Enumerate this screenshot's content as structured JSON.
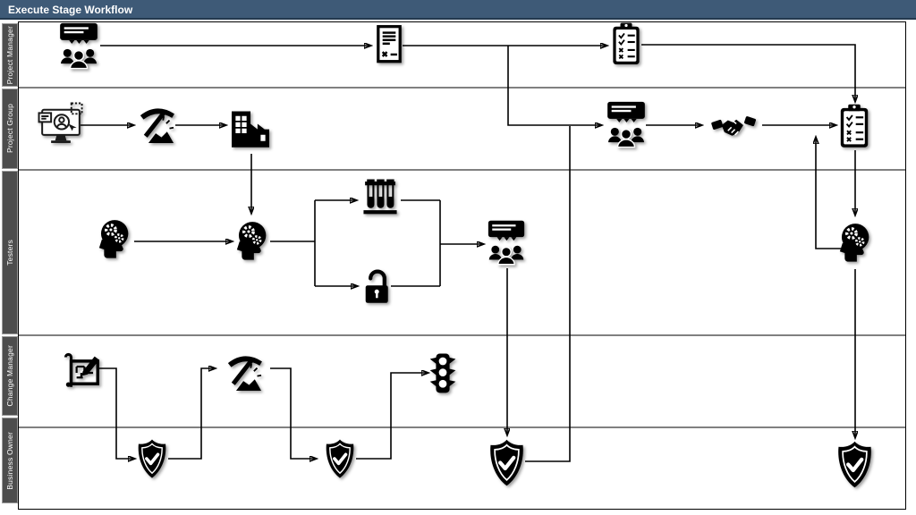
{
  "title": "Execute Stage Workflow",
  "colors": {
    "title_bar": "#3E5A77",
    "title_text": "#FFFFFF",
    "lane_tab_bg": "#4D4D4D",
    "lane_tab_text": "#FFFFFF",
    "lane_divider": "#808080",
    "diagram_border": "#000000",
    "icon": "#000000",
    "background": "#FFFFFF"
  },
  "lanes": [
    {
      "id": "project-manager",
      "label": "Project Manager"
    },
    {
      "id": "project-group",
      "label": "Project Group"
    },
    {
      "id": "testers",
      "label": "Testers"
    },
    {
      "id": "change-manager",
      "label": "Change Manager"
    },
    {
      "id": "business-owner",
      "label": "Business Owner"
    }
  ],
  "nodes": [
    {
      "id": "pm-kickoff-meeting",
      "lane": "Project Manager",
      "icon": "team-presentation-icon"
    },
    {
      "id": "pm-document",
      "lane": "Project Manager",
      "icon": "document-report-icon"
    },
    {
      "id": "pm-checklist",
      "lane": "Project Manager",
      "icon": "checklist-clipboard-icon"
    },
    {
      "id": "pg-user-selection",
      "lane": "Project Group",
      "icon": "computer-user-select-icon"
    },
    {
      "id": "pg-mining",
      "lane": "Project Group",
      "icon": "pickaxe-mining-icon"
    },
    {
      "id": "pg-factory",
      "lane": "Project Group",
      "icon": "factory-icon"
    },
    {
      "id": "pg-review-meeting",
      "lane": "Project Group",
      "icon": "team-presentation-icon"
    },
    {
      "id": "pg-agreement",
      "lane": "Project Group",
      "icon": "handshake-icon"
    },
    {
      "id": "pg-checklist",
      "lane": "Project Group",
      "icon": "checklist-clipboard-icon"
    },
    {
      "id": "testers-think-1",
      "lane": "Testers",
      "icon": "head-gears-icon"
    },
    {
      "id": "testers-think-2",
      "lane": "Testers",
      "icon": "head-gears-icon"
    },
    {
      "id": "testers-lab-tests",
      "lane": "Testers",
      "icon": "test-tubes-icon"
    },
    {
      "id": "testers-security-test",
      "lane": "Testers",
      "icon": "open-padlock-icon"
    },
    {
      "id": "testers-results-meeting",
      "lane": "Testers",
      "icon": "team-presentation-icon"
    },
    {
      "id": "testers-analysis",
      "lane": "Testers",
      "icon": "head-gears-icon"
    },
    {
      "id": "cm-plan",
      "lane": "Change Manager",
      "icon": "blueprint-edit-icon"
    },
    {
      "id": "cm-mining",
      "lane": "Change Manager",
      "icon": "pickaxe-mining-icon"
    },
    {
      "id": "cm-traffic-light",
      "lane": "Change Manager",
      "icon": "traffic-light-icon"
    },
    {
      "id": "bo-approval-1",
      "lane": "Business Owner",
      "icon": "shield-check-icon"
    },
    {
      "id": "bo-approval-2",
      "lane": "Business Owner",
      "icon": "shield-check-icon"
    },
    {
      "id": "bo-approval-3",
      "lane": "Business Owner",
      "icon": "shield-check-icon"
    },
    {
      "id": "bo-approval-4",
      "lane": "Business Owner",
      "icon": "shield-check-icon"
    }
  ],
  "connections": [
    {
      "from": "pm-kickoff-meeting",
      "to": "pm-document"
    },
    {
      "from": "pm-document",
      "to": "pm-checklist"
    },
    {
      "from": "pm-document",
      "to": "pg-review-meeting"
    },
    {
      "from": "pm-checklist",
      "to": "pg-checklist"
    },
    {
      "from": "pg-user-selection",
      "to": "pg-mining"
    },
    {
      "from": "pg-mining",
      "to": "pg-factory"
    },
    {
      "from": "pg-factory",
      "to": "testers-think-2"
    },
    {
      "from": "pg-review-meeting",
      "to": "pg-agreement"
    },
    {
      "from": "pg-agreement",
      "to": "pg-checklist"
    },
    {
      "from": "pg-checklist",
      "to": "testers-analysis"
    },
    {
      "from": "testers-analysis",
      "to": "pg-checklist"
    },
    {
      "from": "testers-think-1",
      "to": "testers-think-2"
    },
    {
      "from": "testers-think-2",
      "to": "testers-lab-tests"
    },
    {
      "from": "testers-think-2",
      "to": "testers-security-test"
    },
    {
      "from": "testers-lab-tests",
      "to": "testers-results-meeting"
    },
    {
      "from": "testers-security-test",
      "to": "testers-results-meeting"
    },
    {
      "from": "testers-results-meeting",
      "to": "bo-approval-3"
    },
    {
      "from": "bo-approval-3",
      "to": "pg-review-meeting"
    },
    {
      "from": "testers-analysis",
      "to": "bo-approval-4"
    },
    {
      "from": "cm-plan",
      "to": "bo-approval-1"
    },
    {
      "from": "bo-approval-1",
      "to": "cm-mining"
    },
    {
      "from": "cm-mining",
      "to": "bo-approval-2"
    },
    {
      "from": "bo-approval-2",
      "to": "cm-traffic-light"
    }
  ]
}
